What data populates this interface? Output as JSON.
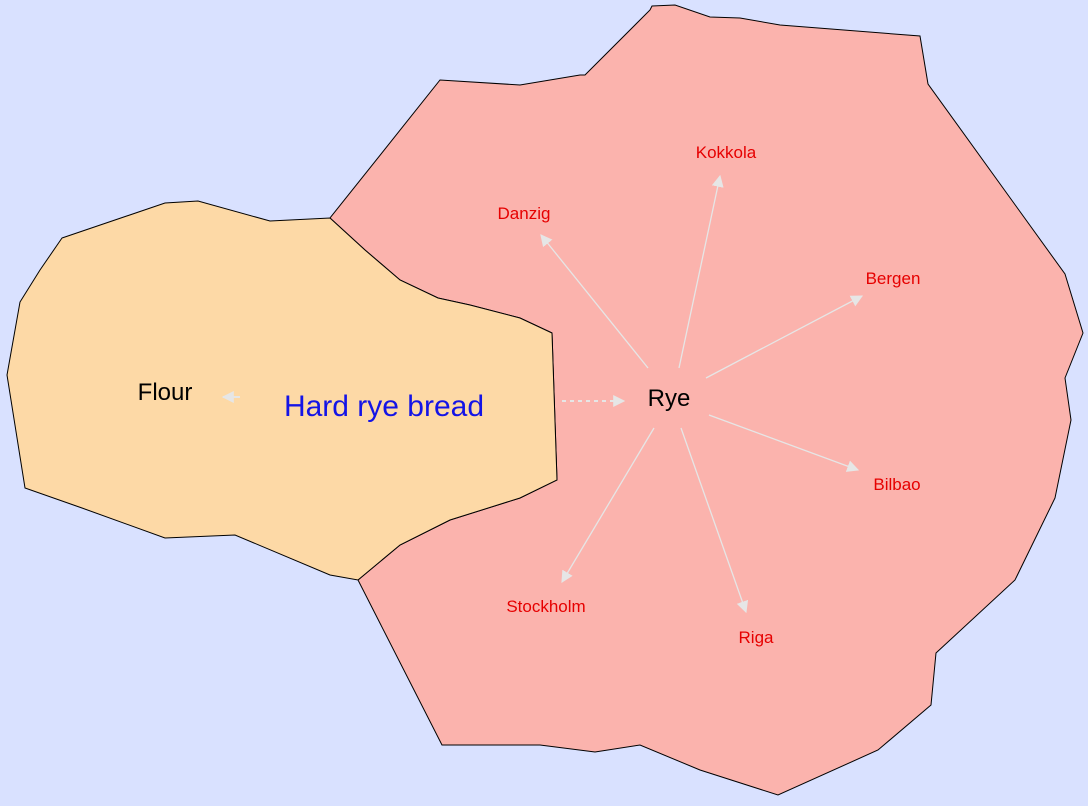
{
  "diagram": {
    "colors": {
      "background": "#d9e1ff",
      "bread_region": "#fdd9a6",
      "rye_region": "#fbb3ad",
      "region_border": "#000000",
      "arrow": "#e6e6e6",
      "title_text": "#1414e6",
      "node_text": "#000000",
      "place_text": "#e60000"
    },
    "title": "Hard rye bread",
    "nodes": {
      "flour": "Flour",
      "rye": "Rye"
    },
    "places": {
      "kokkola": "Kokkola",
      "danzig": "Danzig",
      "bergen": "Bergen",
      "bilbao": "Bilbao",
      "riga": "Riga",
      "stockholm": "Stockholm"
    }
  }
}
